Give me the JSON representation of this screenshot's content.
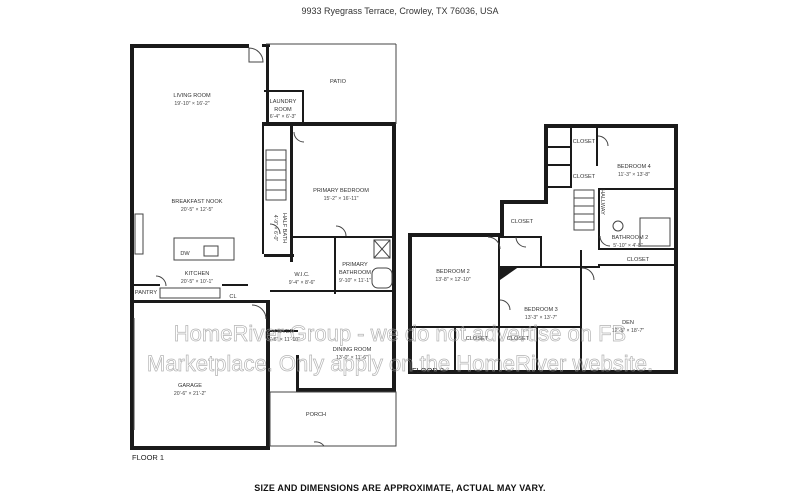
{
  "address": "9933 Ryegrass Terrace, Crowley, TX 76036, USA",
  "disclaimer": "SIZE AND DIMENSIONS ARE APPROXIMATE, ACTUAL MAY VARY.",
  "watermark": {
    "line1": "HomeRiver Group - we do not advertise on FB",
    "line2": "Marketplace. Only apply on the HomeRiver website."
  },
  "floor1": {
    "label": "FLOOR 1",
    "rooms": [
      {
        "name": "LIVING ROOM",
        "dims": "19'-10\" × 16'-2\""
      },
      {
        "name": "PATIO",
        "dims": ""
      },
      {
        "name": "LAUNDRY ROOM",
        "dims": "6'-4\" × 6'-3\""
      },
      {
        "name": "PRIMARY BEDROOM",
        "dims": "15'-2\" × 16'-11\""
      },
      {
        "name": "BREAKFAST NOOK",
        "dims": "20'-5\" × 12'-5\""
      },
      {
        "name": "HALF BATH",
        "dims": "4'-9\" × 6'-0\""
      },
      {
        "name": "KITCHEN",
        "dims": "20'-5\" × 10'-1\""
      },
      {
        "name": "W.I.C.",
        "dims": "9'-4\" × 8'-6\""
      },
      {
        "name": "PRIMARY BATHROOM",
        "dims": "9'-10\" × 11'-1\""
      },
      {
        "name": "PANTRY",
        "dims": ""
      },
      {
        "name": "CL",
        "dims": ""
      },
      {
        "name": "FOYER",
        "dims": "6'-6\" × 11'-10\""
      },
      {
        "name": "DINING ROOM",
        "dims": "13'-0\" × 11'-6\""
      },
      {
        "name": "GARAGE",
        "dims": "20'-6\" × 21'-2\""
      },
      {
        "name": "PORCH",
        "dims": ""
      }
    ],
    "fixtures": {
      "dishwasher": "DW"
    }
  },
  "floor2": {
    "label": "FLOOR 2",
    "rooms": [
      {
        "name": "CLOSET",
        "dims": ""
      },
      {
        "name": "CLOSET",
        "dims": ""
      },
      {
        "name": "CLOSET",
        "dims": ""
      },
      {
        "name": "BEDROOM 4",
        "dims": "11'-3\" × 13'-8\""
      },
      {
        "name": "HALLWAY",
        "dims": ""
      },
      {
        "name": "BATHROOM 2",
        "dims": "5'-10\" × 4'-8\""
      },
      {
        "name": "CLOSET",
        "dims": ""
      },
      {
        "name": "BEDROOM 2",
        "dims": "13'-8\" × 12'-10\""
      },
      {
        "name": "BEDROOM 3",
        "dims": "13'-3\" × 13'-7\""
      },
      {
        "name": "CLOSET",
        "dims": ""
      },
      {
        "name": "CLOSET",
        "dims": ""
      },
      {
        "name": "DEN",
        "dims": "12'-5\" × 18'-7\""
      }
    ]
  }
}
